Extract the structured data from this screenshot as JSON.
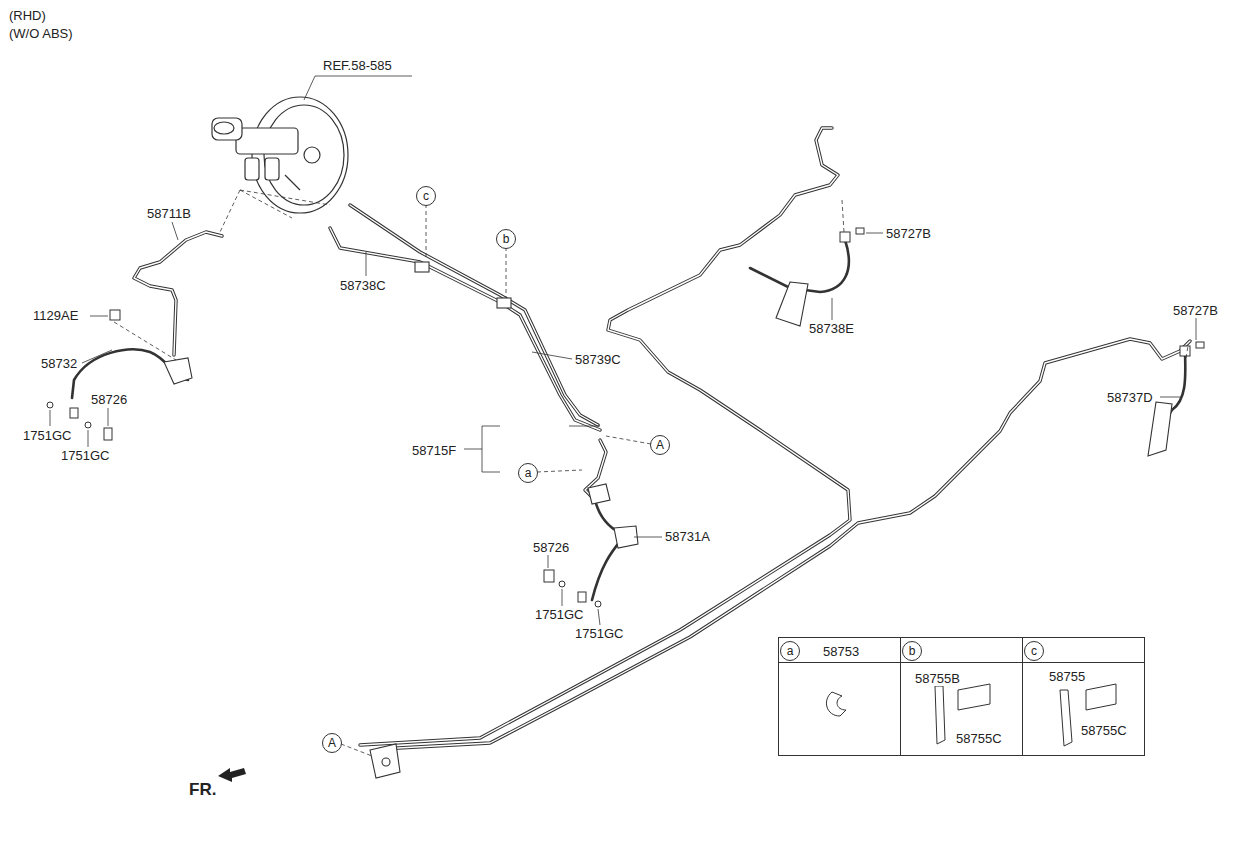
{
  "diagram": {
    "nodes": [
      {
        "text": [
          "c"
        ]
      },
      {
        "text": [
          "b"
        ]
      },
      {
        "text": [
          "A"
        ]
      },
      {
        "text": [
          "a"
        ]
      },
      {
        "text": [
          "A"
        ]
      },
      {
        "text": [
          "a"
        ]
      },
      {
        "text": [
          "b"
        ]
      },
      {
        "text": [
          "c"
        ]
      }
    ],
    "labels": [
      "(RHD)",
      "(W/O ABS)",
      "REF.58-585",
      "58711B",
      "1129AE",
      "58732",
      "58726",
      "1751GC",
      "1751GC",
      "58738C",
      "58739C",
      "58715F",
      "58731A",
      "58726",
      "1751GC",
      "1751GC",
      "58727B",
      "58738E",
      "58727B",
      "58737D",
      "58753",
      "58755B",
      "58755C",
      "58755",
      "58755C",
      "FR."
    ]
  }
}
